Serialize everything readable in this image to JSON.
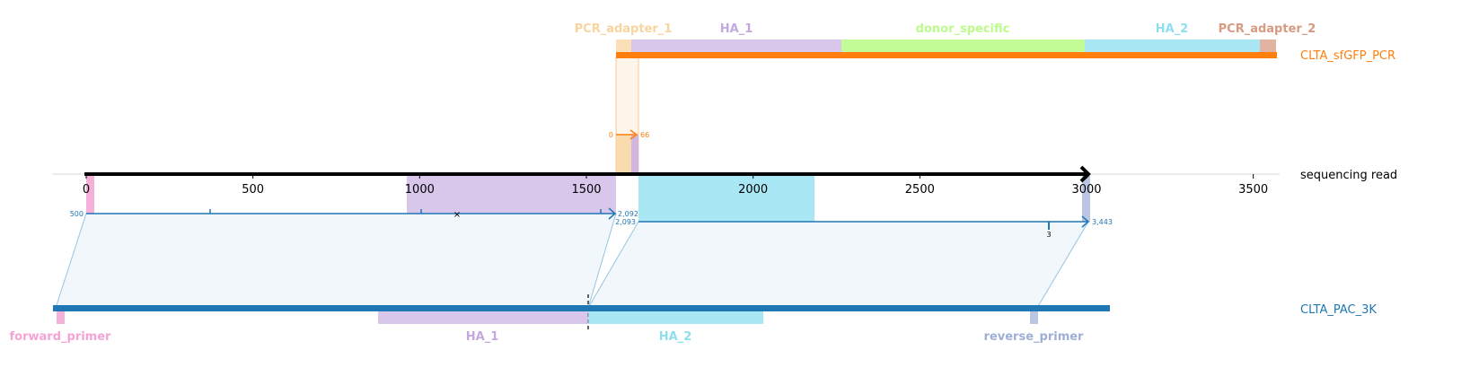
{
  "sequences": {
    "pcr": {
      "name": "CLTA_sfGFP_PCR",
      "color": "#ff7f0e"
    },
    "read": {
      "name": "sequencing read",
      "color": "#000000"
    },
    "ref": {
      "name": "CLTA_PAC_3K",
      "color": "#1f77b4"
    }
  },
  "read_axis": {
    "range": [
      0,
      3000
    ],
    "ticks": [
      "0",
      "500",
      "1000",
      "1500",
      "2000",
      "2500",
      "3000",
      "3500"
    ]
  },
  "pcr_features": [
    {
      "label": "PCR_adapter_1",
      "color": "#f9d49e"
    },
    {
      "label": "HA_1",
      "color": "#c4a8e0"
    },
    {
      "label": "donor_specific",
      "color": "#bdfc8c"
    },
    {
      "label": "HA_2",
      "color": "#8ddff0"
    },
    {
      "label": "PCR_adapter_2",
      "color": "#d89a82"
    }
  ],
  "ref_features": [
    {
      "label": "forward_primer",
      "color": "#f5a3d4"
    },
    {
      "label": "HA_1",
      "color": "#c4a8e0"
    },
    {
      "label": "HA_2",
      "color": "#8ddff0"
    },
    {
      "label": "reverse_primer",
      "color": "#9eaed6"
    }
  ],
  "alignments": {
    "pcr_to_read": {
      "start_label": "0",
      "end_label": "66"
    },
    "segment1": {
      "start_label": "500",
      "end_label": "2,092"
    },
    "segment2": {
      "start_label": "2,093",
      "end_label": "3,443",
      "mark_label": "3"
    }
  }
}
